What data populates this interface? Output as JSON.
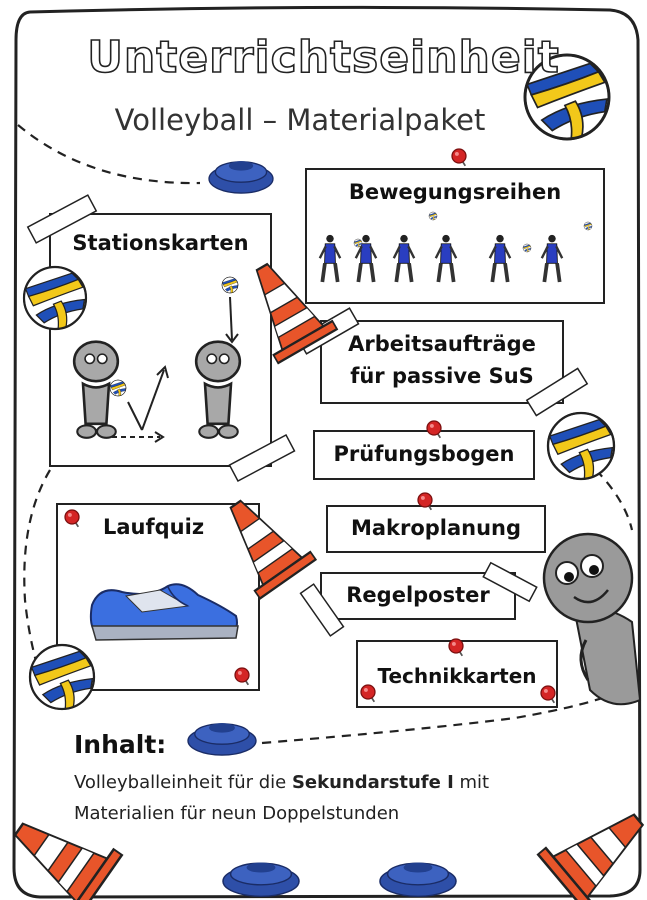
{
  "title": "Unterrichtseinheit",
  "subtitle": "Volleyball – Materialpaket",
  "cards": {
    "stationskarten": "Stationskarten",
    "bewegungsreihen": "Bewegungsreihen",
    "arbeitsauftraege_line1": "Arbeitsaufträge",
    "arbeitsauftraege_line2": "für passive SuS",
    "pruefungsbogen": "Prüfungsbogen",
    "laufquiz": "Laufquiz",
    "makroplanung": "Makroplanung",
    "regelposter": "Regelposter",
    "technikkarten": "Technikkarten"
  },
  "inhalt": {
    "heading": "Inhalt:",
    "line1_part1": "Volleyballeinheit für die ",
    "line1_bold": "Sekundarstufe I",
    "line1_part2": " mit",
    "line2": "Materialien für neun Doppelstunden"
  },
  "colors": {
    "ball_blue": "#1f4fb8",
    "ball_yellow": "#f2c81a",
    "cone_orange": "#e8552a",
    "pin_red": "#d42525",
    "marker_blue": "#2e4fa8",
    "figure_gray": "#9a9a9a"
  }
}
